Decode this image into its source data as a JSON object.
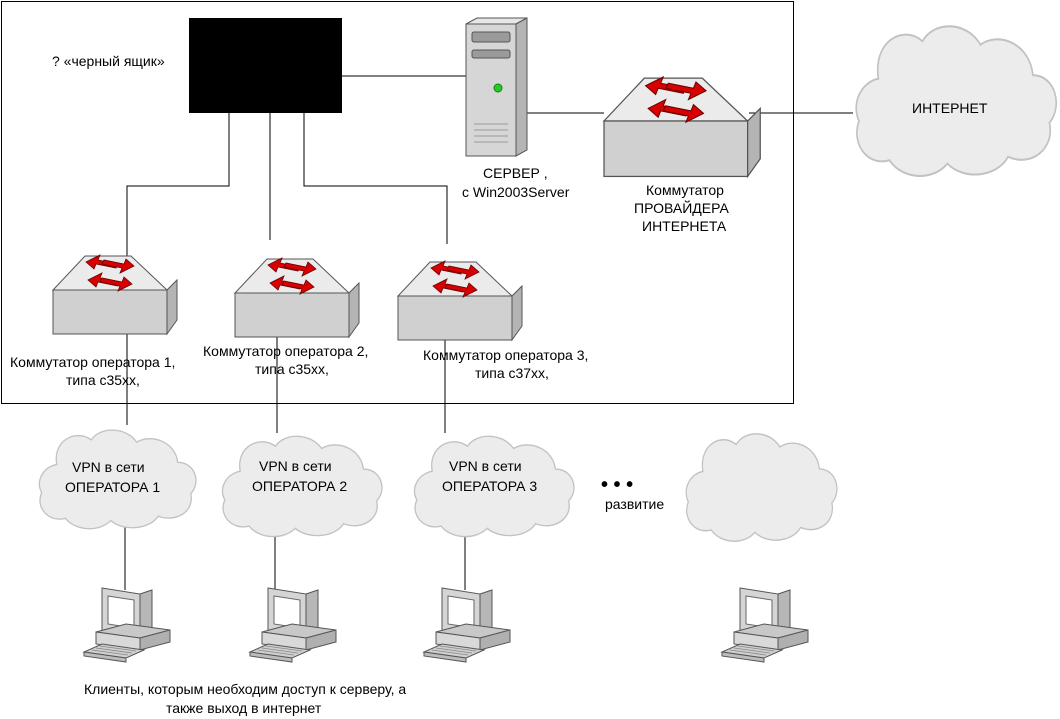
{
  "black_box_label": "?  «черный ящик»",
  "server": {
    "label_line1": "СЕРВЕР ,",
    "label_line2": "с Win2003Server"
  },
  "provider_switch": {
    "line1": "Коммутатор",
    "line2": "ПРОВАЙДЕРА",
    "line3": "ИНТЕРНЕТА"
  },
  "internet_cloud": {
    "label": "ИНТЕРНЕТ"
  },
  "operator_switches": [
    {
      "line1": "Коммутатор оператора 1,",
      "line2": "типа с35хх,"
    },
    {
      "line1": "Коммутатор оператора 2,",
      "line2": "типа с35хх,"
    },
    {
      "line1": "Коммутатор оператора 3,",
      "line2": "типа с37хх,"
    }
  ],
  "vpn_clouds": [
    {
      "line1": "VPN  в сети",
      "line2": "ОПЕРАТОРА 1"
    },
    {
      "line1": "VPN  в сети",
      "line2": "ОПЕРАТОРА 2"
    },
    {
      "line1": "VPN  в сети",
      "line2": "ОПЕРАТОРА 3"
    }
  ],
  "ellipsis": "• • •",
  "development_label": "развитие",
  "clients_label": {
    "line1": "Клиенты, которым необходим доступ к серверу, а",
    "line2": "также выход в интернет"
  },
  "colors": {
    "arrow": "#d80000",
    "black_box": "#000000",
    "server_led": "#22cc22"
  },
  "icons": [
    "switch-icon",
    "server-icon",
    "cloud-icon",
    "workstation-icon"
  ]
}
